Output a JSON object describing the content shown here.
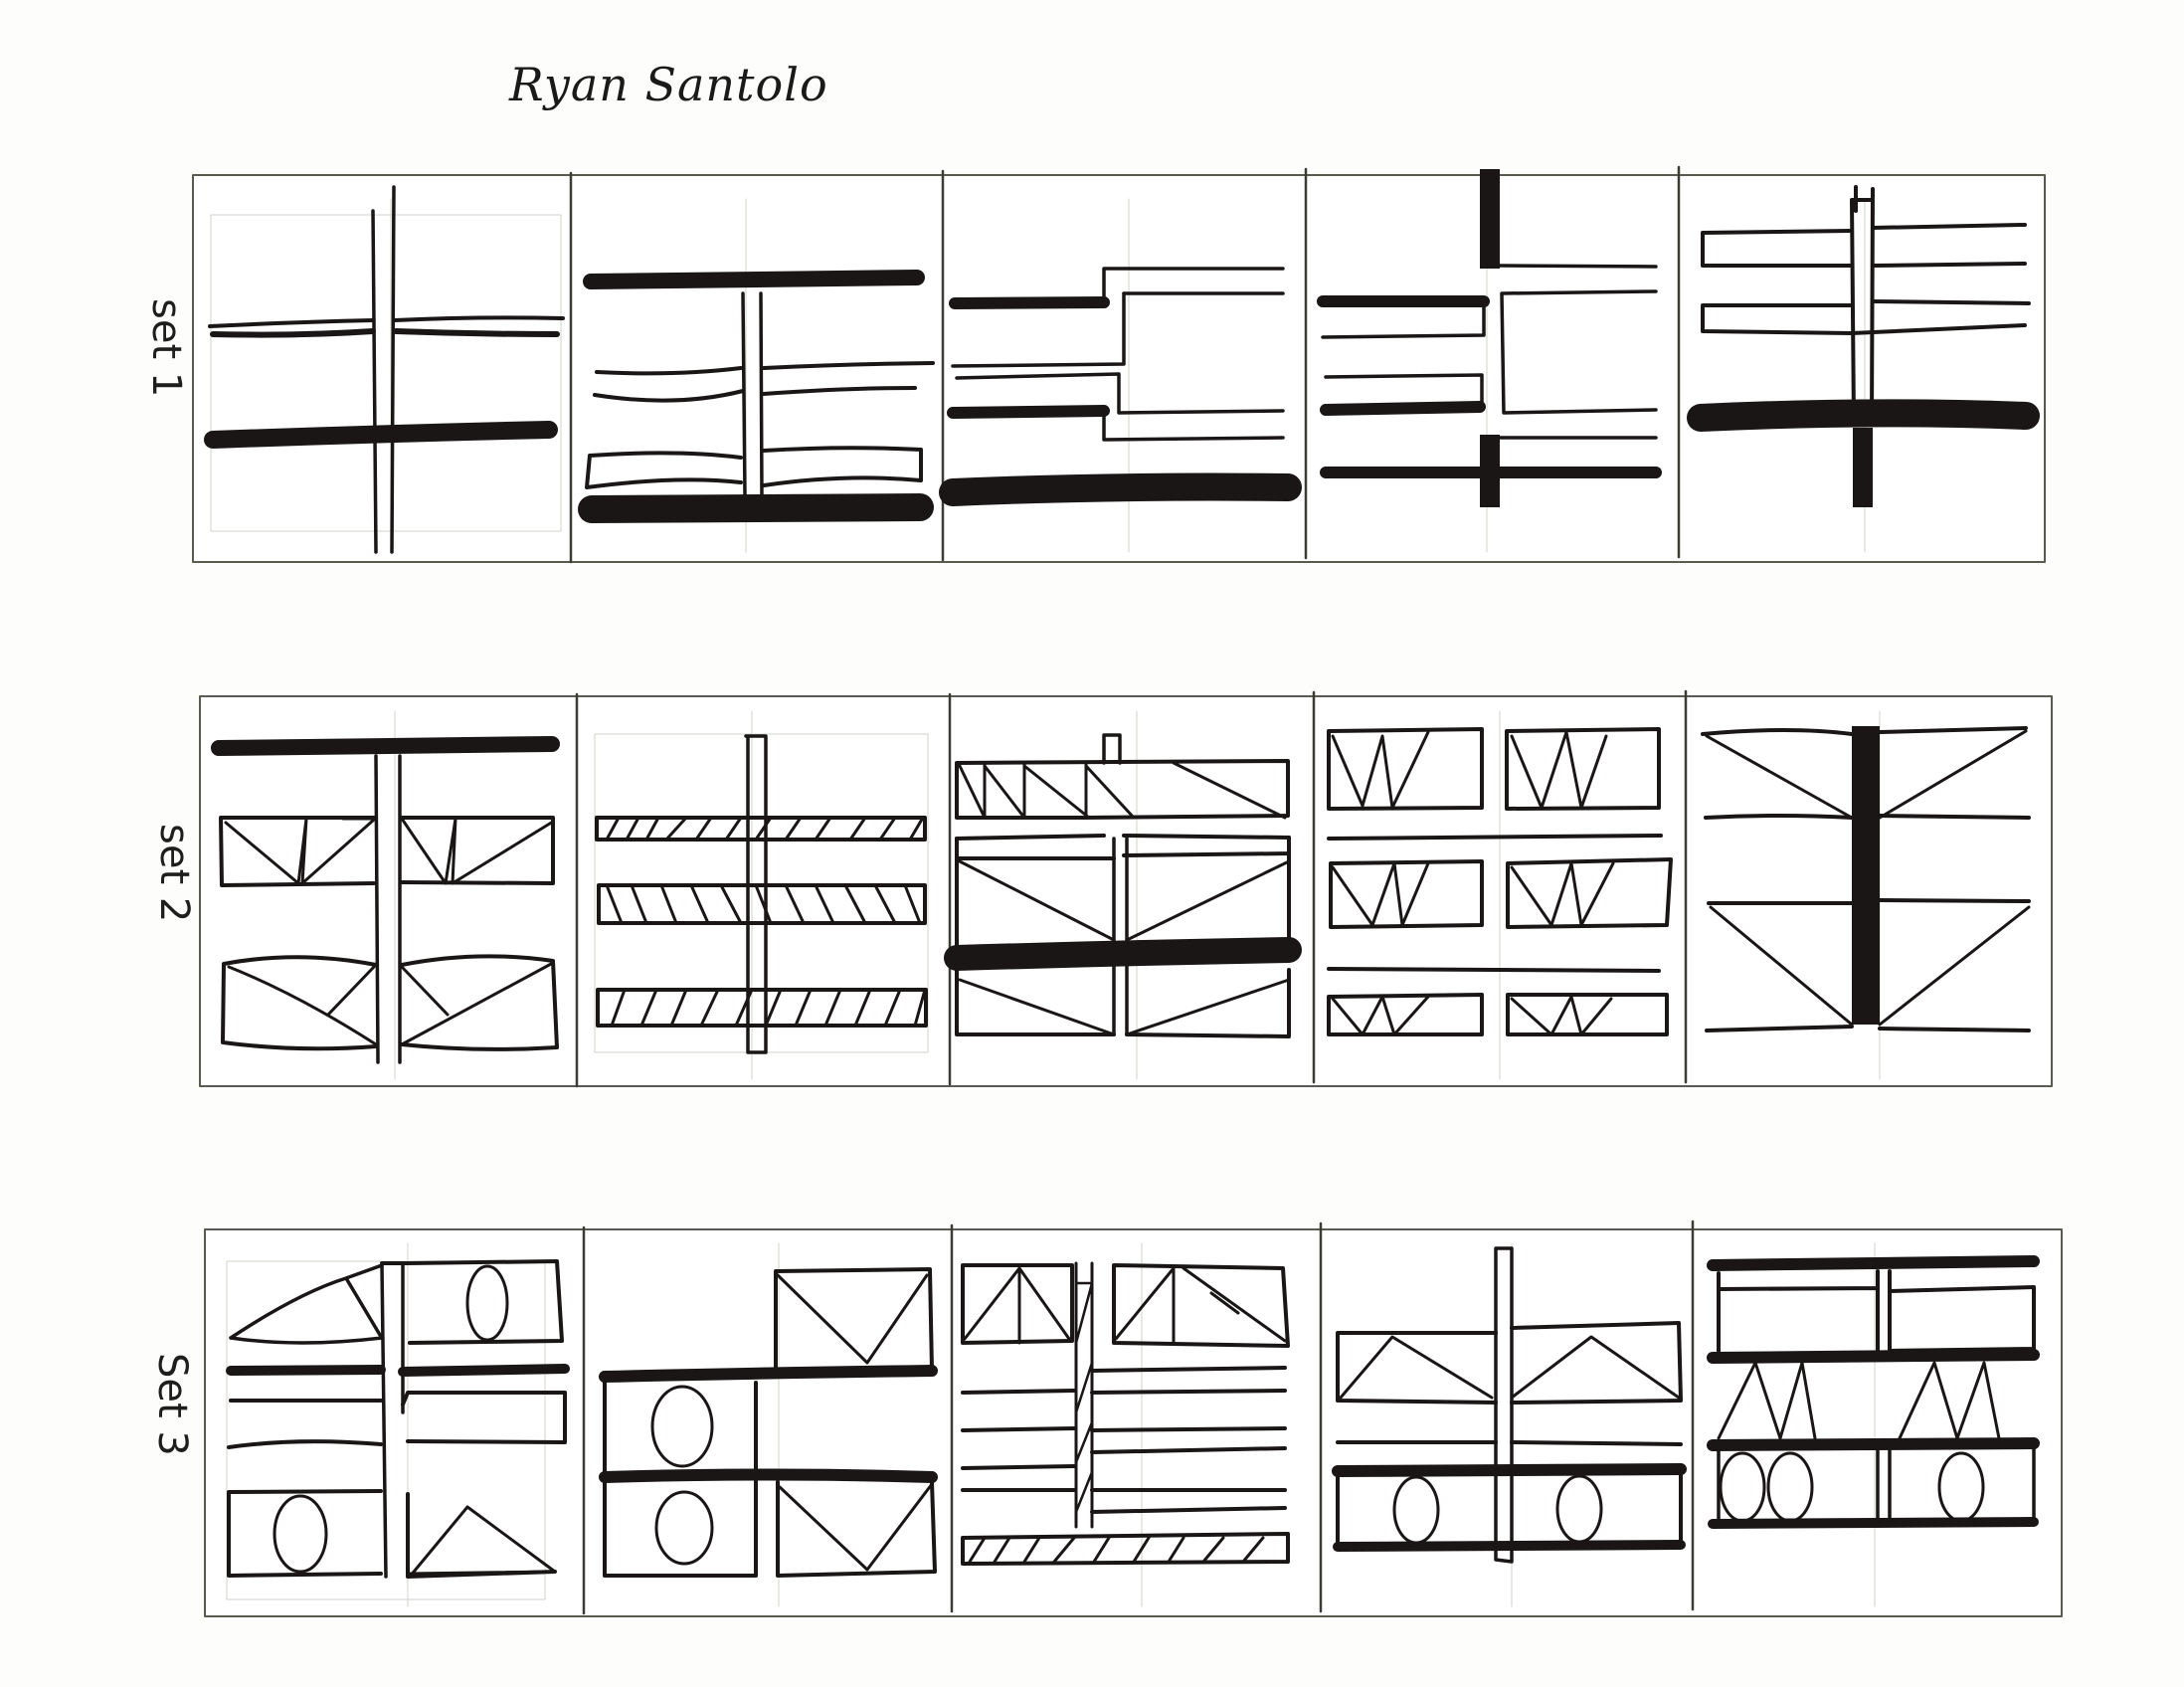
{
  "page": {
    "author": "Ryan Santolo",
    "ink_color": "#1a1616",
    "frame_color": "#5a5a50",
    "grid_color": "#d6dccf",
    "paper_color": "#fdfdfb"
  },
  "sets": [
    {
      "label": "set 1",
      "frames": [
        {
          "id": "1-1",
          "motif": "double vertical post crossing thin double beam and thick beam"
        },
        {
          "id": "1-2",
          "motif": "thick top and bottom bars with central double post and thin outlined bars"
        },
        {
          "id": "1-3",
          "motif": "stepped thin and thick bars with thick bottom band"
        },
        {
          "id": "1-4",
          "motif": "thick vertical post with offset outlined bars and thick bars"
        },
        {
          "id": "1-5",
          "motif": "outlined bracket bars around double post with thick band"
        }
      ]
    },
    {
      "label": "set 2",
      "frames": [
        {
          "id": "2-1",
          "motif": "thick top bar, double post, two truss boxes"
        },
        {
          "id": "2-2",
          "motif": "three hatched bands crossing a narrow post"
        },
        {
          "id": "2-3",
          "motif": "truss boxes with diagonals and thick middle band"
        },
        {
          "id": "2-4",
          "motif": "paired zigzag truss boxes separated by lines"
        },
        {
          "id": "2-5",
          "motif": "thick vertical post with inverted triangle diagonals"
        }
      ]
    },
    {
      "label": "Set 3",
      "frames": [
        {
          "id": "3-1",
          "motif": "double post with triangles, ovals and bars"
        },
        {
          "id": "3-2",
          "motif": "boxes with ovals and V-triangles split by thick bars"
        },
        {
          "id": "3-3",
          "motif": "triangle boxes, stacked bars, hatched post and base"
        },
        {
          "id": "3-4",
          "motif": "post through triangle box and oval band"
        },
        {
          "id": "3-5",
          "motif": "thick bars with box, zigzag and ovals"
        }
      ]
    }
  ]
}
